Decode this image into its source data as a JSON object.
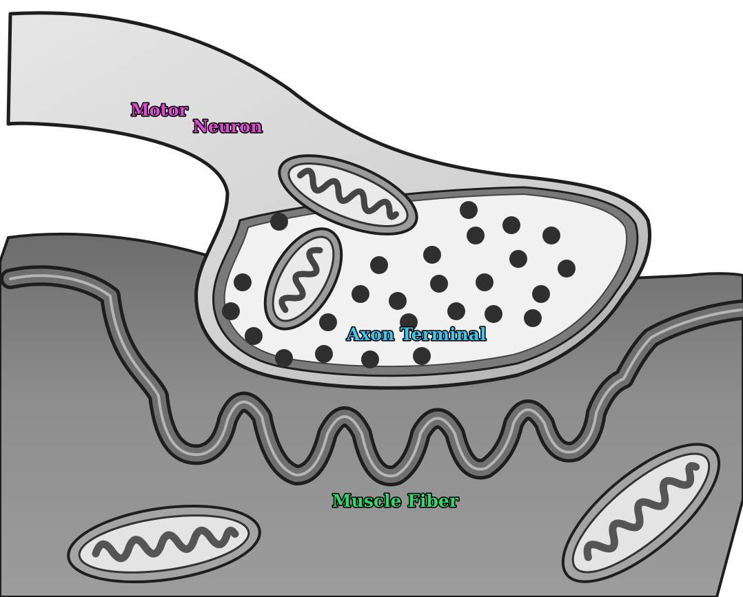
{
  "labels": {
    "motor_line1": "Motor",
    "motor_line2": "Neuron",
    "axon_terminal": "Axon Terminal",
    "muscle_fiber": "Muscle Fiber"
  },
  "colors": {
    "motor_neuron": "#e14ad6",
    "axon_terminal": "#3ec4ef",
    "muscle_fiber": "#37d66b",
    "outline": "#1e1e1e",
    "muscle": "#868686",
    "membrane": "#6f6f6f",
    "neuron_fill": "#dcdcdc",
    "terminal_interior": "#f1f1f1",
    "vesicle": "#2f2f2f"
  }
}
